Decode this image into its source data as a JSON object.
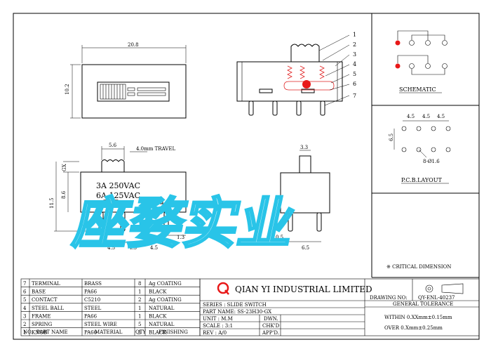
{
  "dimensions": {
    "width": "20.8",
    "height": "10.2",
    "knob_width": "5.6",
    "travel": "4.0mm TRAVEL",
    "gx": "GX",
    "body_height": "8.6",
    "total_height": "11.5",
    "pitch_1": "4.5",
    "pitch_2": "4.5",
    "pitch_3": "4.5",
    "pin": "1.3",
    "side_knob": "3.3",
    "side_pin": "0.5",
    "side_width": "6.5",
    "pcb_pitch_1": "4.5",
    "pcb_pitch_2": "4.5",
    "pcb_pitch_3": "4.5",
    "pcb_row": "6.5",
    "pcb_hole": "8-Ø1.6"
  },
  "rating": {
    "line1": "3A 250VAC",
    "line2": "6A 125VAC"
  },
  "callouts": [
    "1",
    "2",
    "3",
    "4",
    "5",
    "6",
    "7"
  ],
  "labels": {
    "schematic": "SCHEMATIC",
    "pcb_layout": "P.C.B.LAYOUT",
    "critical": "※ CRITICAL DIMENSION"
  },
  "watermark": "座婺实业",
  "bom": {
    "rows": [
      {
        "no": "7",
        "part": "TERMINAL",
        "material": "BRASS",
        "qty": "8",
        "finish": "Ag COATING"
      },
      {
        "no": "6",
        "part": "BASE",
        "material": "PA66",
        "qty": "1",
        "finish": "BLACK"
      },
      {
        "no": "5",
        "part": "CONTACT",
        "material": "C5210",
        "qty": "2",
        "finish": "Ag COATING"
      },
      {
        "no": "4",
        "part": "STEEL BALL",
        "material": "STEEL",
        "qty": "1",
        "finish": "NATURAL"
      },
      {
        "no": "3",
        "part": "FRAME",
        "material": "PA66",
        "qty": "1",
        "finish": "BLACK"
      },
      {
        "no": "2",
        "part": "SPRING",
        "material": "STEEL WIRE",
        "qty": "5",
        "finish": "NATURAL"
      },
      {
        "no": "1",
        "part": "KNOB",
        "material": "PA66",
        "qty": "1",
        "finish": "BLACK"
      }
    ],
    "header": {
      "no": "NO.",
      "part": "PART NAME",
      "material": "MATERIAL",
      "qty": "QTY",
      "finish": "FINISHING"
    }
  },
  "title_block": {
    "company": "QIAN YI INDUSTRIAL LIMITED",
    "logo": "Q",
    "series": "SERIES : SLIDE SWITCH",
    "part_name": "PART NAME: SS-23H30-GX",
    "unit": "UNIT  : M.M",
    "scale": "SCALE : 3:1",
    "rev": "REV   : A/0",
    "dwn": "DWN.",
    "chkd": "CHK'D",
    "appd": "APP'D.",
    "drawing_no_label": "DRAWING NO:",
    "drawing_no": "QY-ENL-40237",
    "general_tolerance": "GENERAL TOLERANCE",
    "tol_1": "WITHIN 0.XXmm±0.15mm",
    "tol_2": "OVER  0.Xmm±0.25mm"
  }
}
